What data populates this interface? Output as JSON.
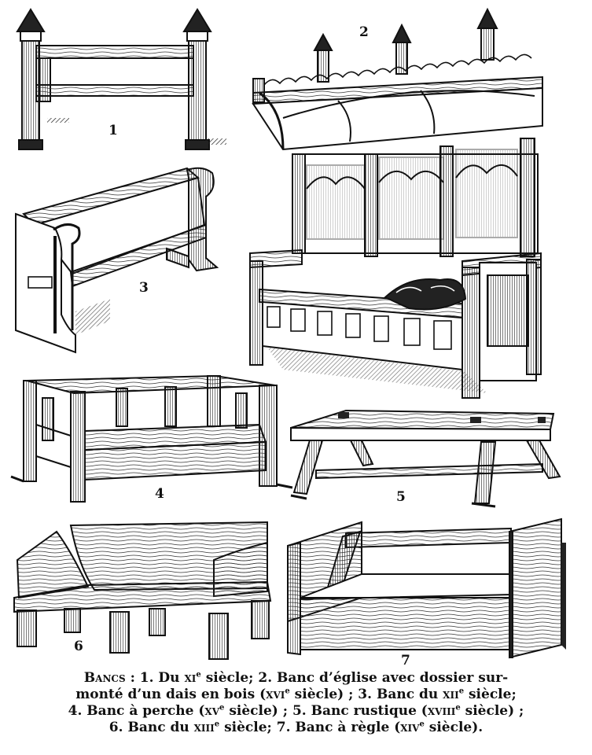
{
  "figures": [
    {
      "number": "1"
    },
    {
      "number": "2"
    },
    {
      "number": "3"
    },
    {
      "number": "4"
    },
    {
      "number": "5"
    },
    {
      "number": "6"
    },
    {
      "number": "7"
    }
  ],
  "caption": {
    "lines": [
      [
        {
          "t": "Bancs",
          "sc": true
        },
        {
          "t": " : 1. Du "
        },
        {
          "t": "xi",
          "sc": true
        },
        {
          "t": "e",
          "sup": true
        },
        {
          "t": " siècle; 2. Banc d’église avec dossier sur-"
        }
      ],
      [
        {
          "t": "monté d’un dais en bois ("
        },
        {
          "t": "xvi",
          "sc": true
        },
        {
          "t": "e",
          "sup": true
        },
        {
          "t": " siècle) ; 3. Banc du "
        },
        {
          "t": "xii",
          "sc": true
        },
        {
          "t": "e",
          "sup": true
        },
        {
          "t": " siècle;"
        }
      ],
      [
        {
          "t": "4. Banc à perche ("
        },
        {
          "t": "xv",
          "sc": true
        },
        {
          "t": "e",
          "sup": true
        },
        {
          "t": " siècle) ; 5. Banc rustique ("
        },
        {
          "t": "xviii",
          "sc": true
        },
        {
          "t": "e",
          "sup": true
        },
        {
          "t": " siècle) ;"
        }
      ],
      [
        {
          "t": "6. Banc du "
        },
        {
          "t": "xiii",
          "sc": true
        },
        {
          "t": "e",
          "sup": true
        },
        {
          "t": " siècle; 7. Banc à règle ("
        },
        {
          "t": "xiv",
          "sc": true
        },
        {
          "t": "e",
          "sup": true
        },
        {
          "t": " siècle)."
        }
      ]
    ]
  }
}
